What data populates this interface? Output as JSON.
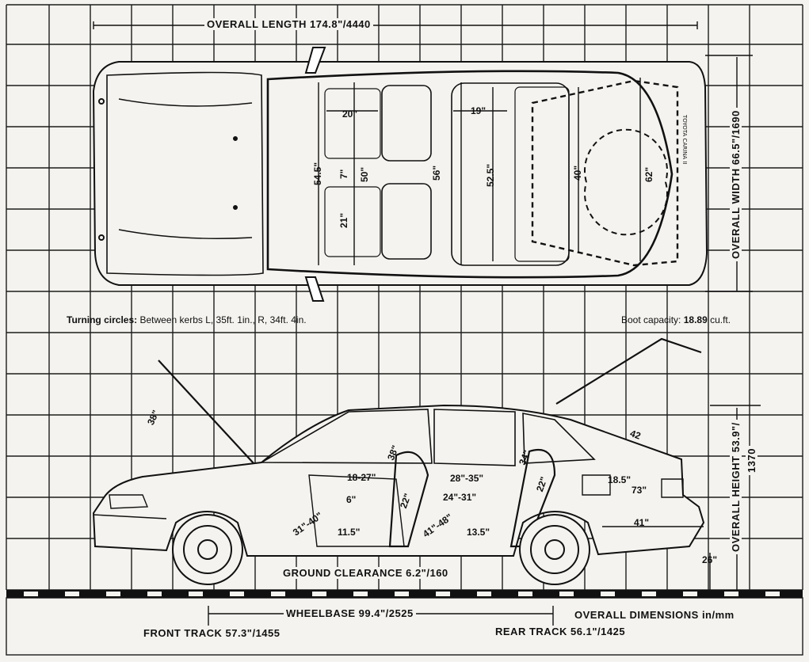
{
  "dimensions": {
    "overall_length": "OVERALL LENGTH  174.8\"/4440",
    "overall_width": "OVERALL WIDTH 66.5\"/1690",
    "overall_height": "OVERALL HEIGHT 53.9\"/",
    "overall_height_mm": "1370",
    "ground_clearance": "GROUND CLEARANCE 6.2\"/160",
    "wheelbase": "WHEELBASE  99.4\"/2525",
    "front_track": "FRONT TRACK 57.3\"/1455",
    "rear_track": "REAR TRACK 56.1\"/1425",
    "units_note": "OVERALL DIMENSIONS  in/mm"
  },
  "notes": {
    "turning_label": "Turning circles:",
    "turning_value": "Between kerbs L, 35ft.   1in., R, 34ft.   4in.",
    "boot_label": "Boot capacity:",
    "boot_value": "18.89",
    "boot_unit": "cu.ft."
  },
  "plan_view": {
    "car_badge": "TOYOTA CARINA II",
    "front_seat_width": "20\"",
    "rear_seat_width": "19\"",
    "front_shoulder": "54.5\"",
    "front_gap": "7\"",
    "front_hip": "50\"",
    "cabin_width": "56\"",
    "front_seat_depth": "21\"",
    "rear_width": "52.5\"",
    "boot_width": "40\"",
    "boot_length": "62\""
  },
  "side_view": {
    "bonnet_open": "38\"",
    "front_headroom": "38\"",
    "rear_headroom": "34\"",
    "tailgate": "42",
    "front_legroom": "18-27\"",
    "front_seat_travel": "6\"",
    "front_backrest": "22\"",
    "front_pedal": "31\"-40\"",
    "front_cushion": "11.5\"",
    "rear_knee": "28\"-35\"",
    "rear_leg": "24\"-31\"",
    "rear_floor": "41\"-48\"",
    "rear_cushion": "13.5\"",
    "rear_backrest": "22\"",
    "boot_height": "18.5\"",
    "boot_floor": "73\"",
    "boot_depth": "41\"",
    "sill_height": "26\""
  }
}
